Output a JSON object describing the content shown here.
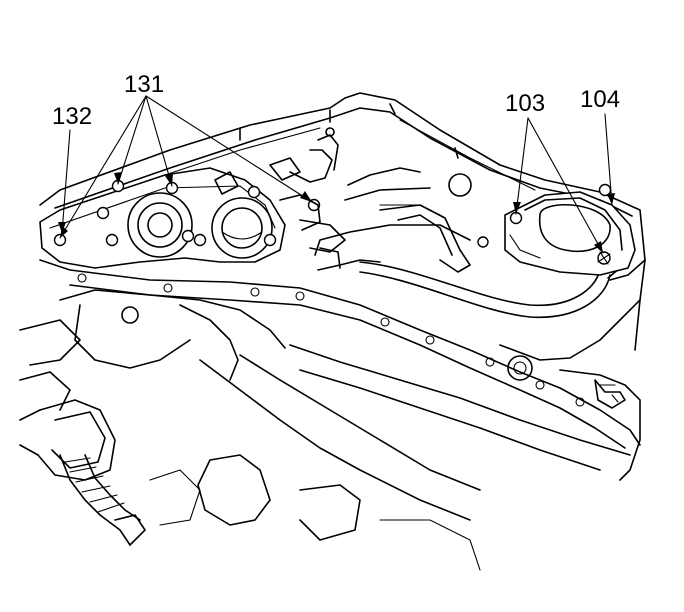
{
  "callouts": {
    "c132": "132",
    "c131": "131",
    "c103": "103",
    "c104": "104"
  }
}
